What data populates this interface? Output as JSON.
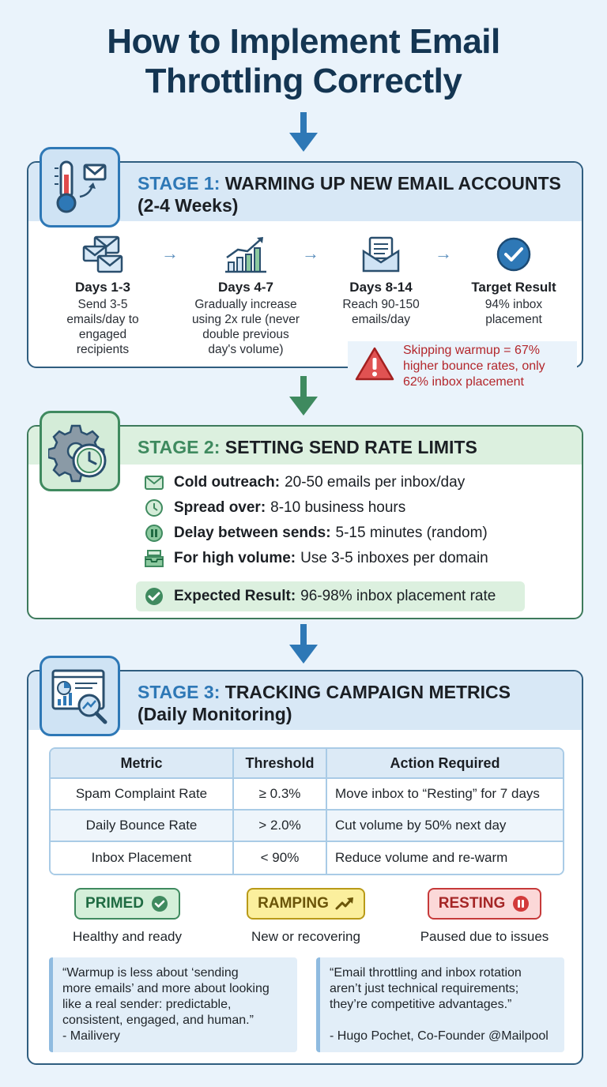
{
  "title_line1": "How to Implement Email",
  "title_line2": "Throttling Correctly",
  "colors": {
    "blue": "#2e78b6",
    "green": "#3f8a5f",
    "navy": "#143552",
    "warning_red": "#b3262b"
  },
  "stage1": {
    "number": "STAGE 1:",
    "title": "WARMING UP NEW EMAIL ACCOUNTS",
    "subtitle": "(2-4 Weeks)",
    "badge_icon": "thermometer-email-icon",
    "steps": [
      {
        "icon": "envelopes-icon",
        "head": "Days 1-3",
        "desc": [
          "Send 3-5",
          "emails/day to",
          "engaged",
          "recipients"
        ]
      },
      {
        "icon": "growth-chart-icon",
        "head": "Days 4-7",
        "desc": [
          "Gradually increase",
          "using 2x rule (never",
          "double previous",
          "day's volume)"
        ]
      },
      {
        "icon": "open-envelope-icon",
        "head": "Days 8-14",
        "desc": [
          "Reach 90-150",
          "emails/day"
        ]
      },
      {
        "icon": "check-circle-icon",
        "head": "Target Result",
        "desc": [
          "94% inbox",
          "placement"
        ]
      }
    ],
    "warning": [
      "Skipping warmup = 67%",
      "higher bounce rates, only",
      "62% inbox placement"
    ]
  },
  "stage2": {
    "number": "STAGE 2:",
    "title": "SETTING SEND RATE LIMITS",
    "badge_icon": "gear-clock-icon",
    "rules": [
      {
        "icon": "envelope-icon",
        "label": "Cold outreach:",
        "value": "20-50 emails per inbox/day"
      },
      {
        "icon": "clock-icon",
        "label": "Spread over:",
        "value": "8-10 business hours"
      },
      {
        "icon": "pause-icon",
        "label": "Delay between sends:",
        "value": "5-15 minutes (random)"
      },
      {
        "icon": "inbox-tray-icon",
        "label": "For high volume:",
        "value": "Use 3-5 inboxes per domain"
      }
    ],
    "expected_label": "Expected Result:",
    "expected_value": "96-98% inbox placement rate"
  },
  "stage3": {
    "number": "STAGE 3:",
    "title": "TRACKING CAMPAIGN METRICS",
    "subtitle": "(Daily Monitoring)",
    "badge_icon": "dashboard-magnifier-icon",
    "table": {
      "headers": [
        "Metric",
        "Threshold",
        "Action Required"
      ],
      "rows": [
        [
          "Spam Complaint Rate",
          "≥ 0.3%",
          "Move inbox to “Resting” for 7 days"
        ],
        [
          "Daily Bounce Rate",
          "> 2.0%",
          "Cut volume by 50% next day"
        ],
        [
          "Inbox Placement",
          "< 90%",
          "Reduce volume and re-warm"
        ]
      ]
    },
    "statuses": [
      {
        "label": "PRIMED",
        "icon": "check-circle-icon",
        "desc": "Healthy and ready"
      },
      {
        "label": "RAMPING",
        "icon": "trend-up-icon",
        "desc": "New or recovering"
      },
      {
        "label": "RESTING",
        "icon": "pause-circle-icon",
        "desc": "Paused due to issues"
      }
    ],
    "quotes": [
      {
        "lines": [
          "“Warmup is less about ‘sending",
          "more emails’ and more about looking",
          "like a real sender: predictable,",
          "consistent, engaged, and human.”"
        ],
        "author": "- Mailivery"
      },
      {
        "lines": [
          "“Email throttling and inbox rotation",
          "aren’t just technical requirements;",
          "they’re competitive advantages.”"
        ],
        "author": "- Hugo Pochet, Co-Founder @Mailpool"
      }
    ]
  }
}
